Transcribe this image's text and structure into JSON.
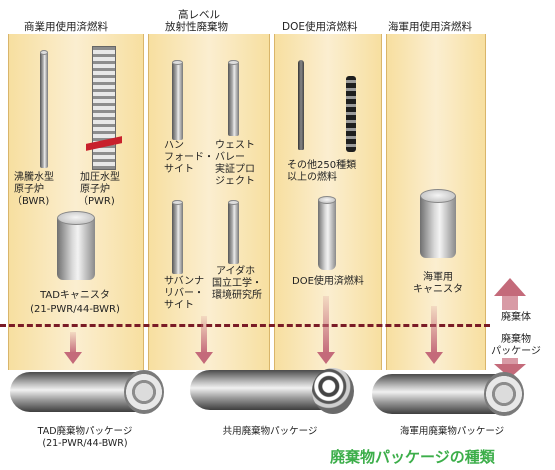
{
  "columns": {
    "commercial": {
      "header": "商業用使用済燃料",
      "bwr": [
        "沸騰水型",
        "原子炉",
        "（BWR)"
      ],
      "pwr": [
        "加圧水型",
        "原子炉",
        "（PWR)"
      ],
      "canister": [
        "TADキャニスタ",
        "(21-PWR/44-BWR)"
      ]
    },
    "hlw": {
      "header": [
        "高レベル",
        "放射性廃棄物"
      ],
      "hanford": [
        "ハン",
        "フォード・",
        "サイト"
      ],
      "west_valley": [
        "ウェスト",
        "バレー",
        "実証プロ",
        "ジェクト"
      ],
      "savannah": [
        "サバンナ",
        "リバー・",
        "サイト"
      ],
      "idaho": [
        "アイダホ",
        "国立工学・",
        "環境研究所"
      ]
    },
    "doe": {
      "header": "DOE使用済燃料",
      "other": [
        "その他250種類",
        "以上の燃料"
      ],
      "label": "DOE使用済燃料"
    },
    "navy": {
      "header": "海軍用使用済燃料",
      "canister": [
        "海軍用",
        "キャニスタ"
      ]
    }
  },
  "side": {
    "waste_form": "廃棄体",
    "waste_package": [
      "廃棄物",
      "パッケージ"
    ]
  },
  "packages": {
    "tad": [
      "TAD廃棄物パッケージ",
      "(21-PWR/44-BWR)"
    ],
    "common": "共用廃棄物パッケージ",
    "navy": "海軍用廃棄物パッケージ"
  },
  "title": "廃棄物パッケージの種類",
  "colors": {
    "column_bg": "#f7dfa0",
    "dash_line": "#7a1b26",
    "arrow": "#c46a7a",
    "title_green": "#3cae4a"
  }
}
